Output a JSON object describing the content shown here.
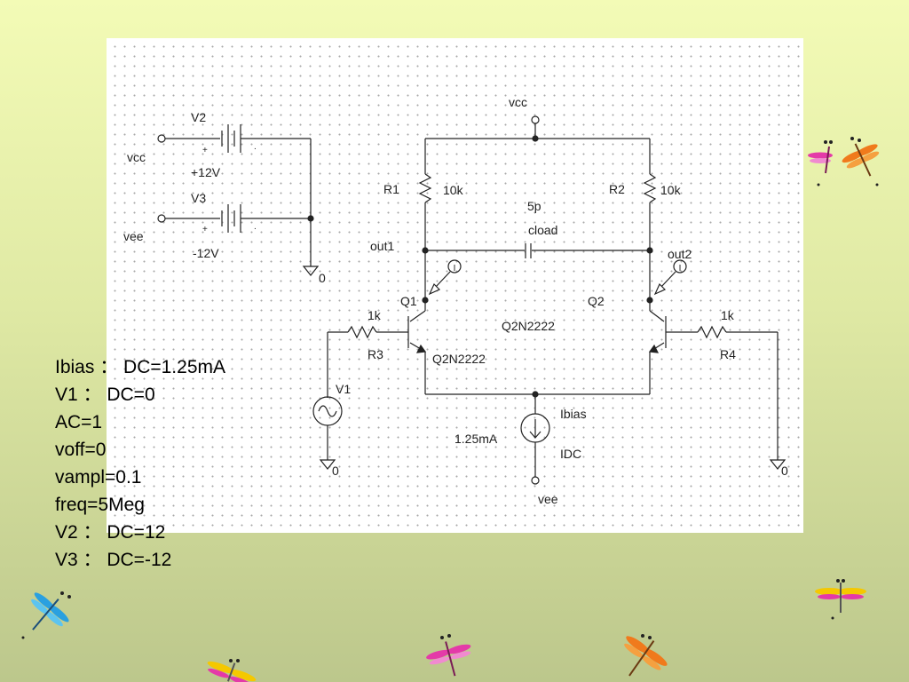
{
  "schematic": {
    "vcc_top": "vcc",
    "v2": {
      "name": "V2",
      "value": "+12V",
      "plus": "+",
      "node": "vcc"
    },
    "v3": {
      "name": "V3",
      "value": "-12V",
      "plus": "+",
      "node": "vee"
    },
    "gnd_label": "0",
    "r1": {
      "name": "R1",
      "value": "10k"
    },
    "r2": {
      "name": "R2",
      "value": "10k"
    },
    "cap": {
      "value": "5p",
      "name": "cload"
    },
    "out1": "out1",
    "out2": "out2",
    "probe": "I",
    "q1": {
      "name": "Q1",
      "model": "Q2N2222"
    },
    "q2": {
      "name": "Q2",
      "model": "Q2N2222"
    },
    "r3": {
      "name": "R3",
      "value": "1k"
    },
    "r4": {
      "name": "R4",
      "value": "1k"
    },
    "v1": {
      "name": "V1"
    },
    "ibias": {
      "name": "Ibias",
      "value": "1.25mA",
      "type": "IDC",
      "node": "vee"
    }
  },
  "params": [
    "Ibias ： DC=1.25mA",
    "V1 ： DC=0",
    "AC=1",
    "voff=0",
    "vampl=0.1",
    "freq=5Meg",
    "V2 ： DC=12",
    "V3 ： DC=-12"
  ],
  "colors": {
    "wire": "#222222",
    "dragonfly_colors": [
      "#e43aa8",
      "#f07a1c",
      "#2aa0e0",
      "#f5c800"
    ]
  }
}
